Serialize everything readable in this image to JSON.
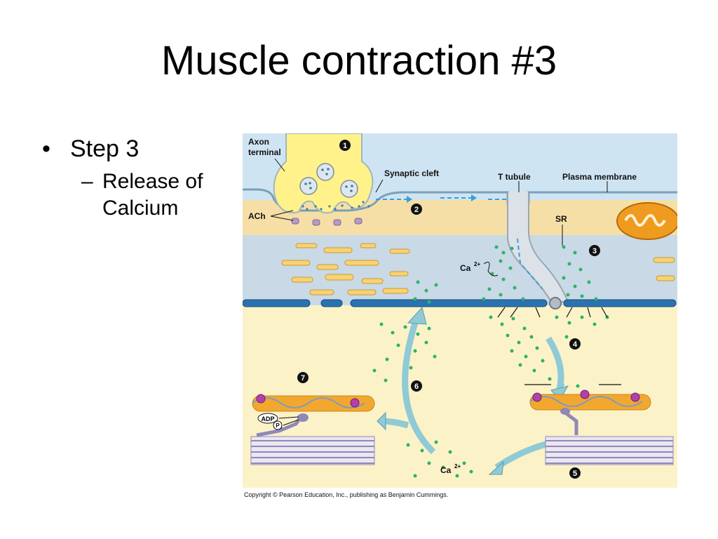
{
  "slide": {
    "title": "Muscle contraction #3",
    "bullet_main": "Step 3",
    "bullet_sub": "Release of Calcium"
  },
  "figure": {
    "labels": {
      "axon_terminal_1": "Axon",
      "axon_terminal_2": "terminal",
      "synaptic_cleft": "Synaptic cleft",
      "t_tubule": "T tubule",
      "plasma_membrane": "Plasma membrane",
      "ach": "ACh",
      "sr": "SR",
      "ca_upper": "Ca",
      "ca_lower": "Ca",
      "ca_charge": "2+",
      "adp": "ADP",
      "pi": "P",
      "pi_sub": "i"
    },
    "steps": [
      "1",
      "2",
      "3",
      "4",
      "5",
      "6",
      "7"
    ],
    "copyright": "Copyright © Pearson Education, Inc., publishing as Benjamin Cummings."
  },
  "colors": {
    "bg_blue": "#cfe4f3",
    "membrane": "#f5dfa6",
    "axon": "#fff28a",
    "sr_band": "#c9d9e6",
    "cytoplasm": "#fcf2c8",
    "calcium": "#2db36a",
    "arrow_teal": "#8fcad6",
    "tubule": "#1f5e99",
    "actin": "#f2a82e",
    "myosin": "#9088b8",
    "mito": "#ef9b1f"
  }
}
